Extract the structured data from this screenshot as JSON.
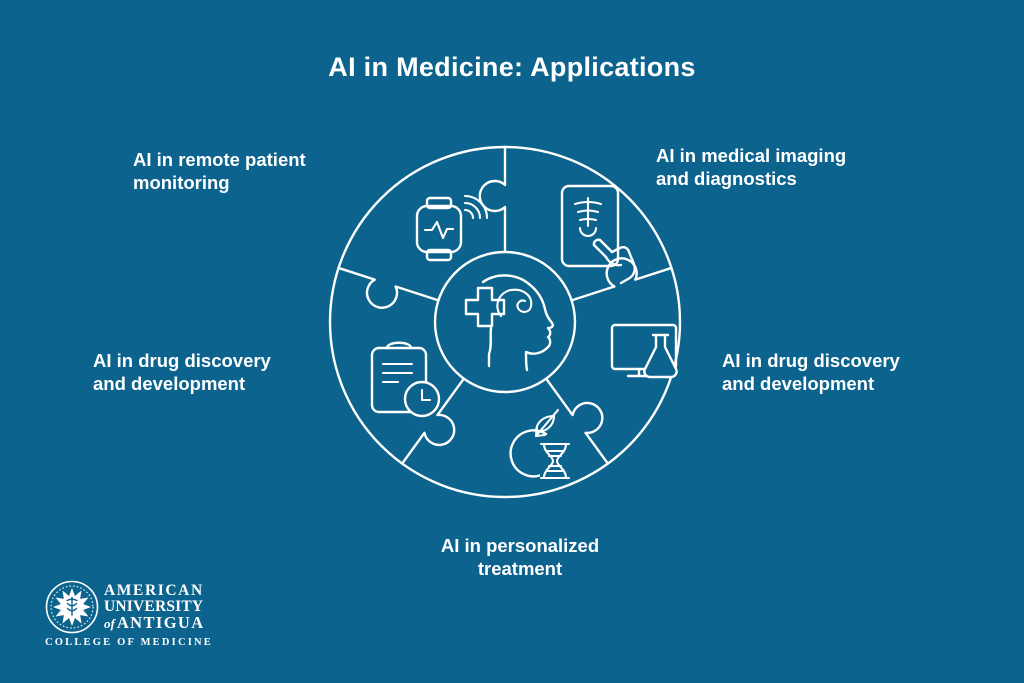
{
  "colors": {
    "background": "#0c638d",
    "foreground": "#ffffff"
  },
  "title": "AI in Medicine: Applications",
  "callouts": [
    {
      "name": "remote-monitoring",
      "lines": [
        "AI in remote patient",
        "monitoring"
      ]
    },
    {
      "name": "medical-imaging",
      "lines": [
        "AI in medical imaging",
        "and diagnostics"
      ]
    },
    {
      "name": "drug-discovery-left",
      "lines": [
        "AI in drug discovery",
        "and development"
      ]
    },
    {
      "name": "drug-discovery-right",
      "lines": [
        "AI in drug discovery",
        "and development"
      ]
    },
    {
      "name": "personalized-treatment",
      "lines": [
        "AI in personalized",
        "treatment"
      ]
    }
  ],
  "diagram": {
    "type": "circular-puzzle-wheel",
    "segments": 5,
    "center_icon": "head-brain-medical-cross-icon",
    "segment_icons": [
      "smartwatch-vitals-icon",
      "xray-tablet-hand-icon",
      "monitor-flask-icon",
      "apple-dna-icon",
      "clipboard-clock-icon"
    ]
  },
  "logo": {
    "seal_icon": "caduceus-sun-seal",
    "name_line1": "AMERICAN",
    "name_line2": "UNIVERSITY",
    "name_line3_of": "of",
    "name_line3": "ANTIGUA",
    "tagline": "COLLEGE OF MEDICINE"
  }
}
